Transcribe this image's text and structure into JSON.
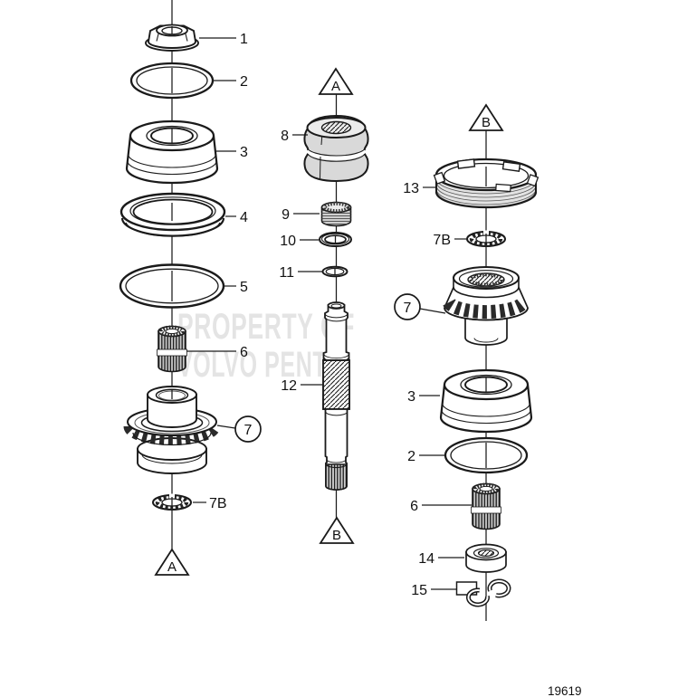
{
  "watermark": {
    "line1": "PROPERTY OF",
    "line2": "VOLVO PENTA"
  },
  "drawing_number": "19619",
  "colors": {
    "line": "#1a1a1a",
    "part_gray": "#c6c6c6",
    "light_gray": "#ececec",
    "band_gray": "#e3e3e3",
    "watermark_gray": "#e4e4e4",
    "background": "#ffffff"
  },
  "connectors": {
    "a": "A",
    "b": "B"
  },
  "callouts": {
    "c1": "1",
    "c2": "2",
    "c3": "3",
    "c4": "4",
    "c5": "5",
    "c6": "6",
    "c7": "7",
    "c7b": "7B",
    "c8": "8",
    "c9": "9",
    "c10": "10",
    "c11": "11",
    "c12": "12",
    "c13": "13",
    "c14": "14",
    "c15": "15",
    "c2r": "2",
    "c3r": "3",
    "c6r": "6",
    "c7r": "7",
    "c7br": "7B"
  }
}
